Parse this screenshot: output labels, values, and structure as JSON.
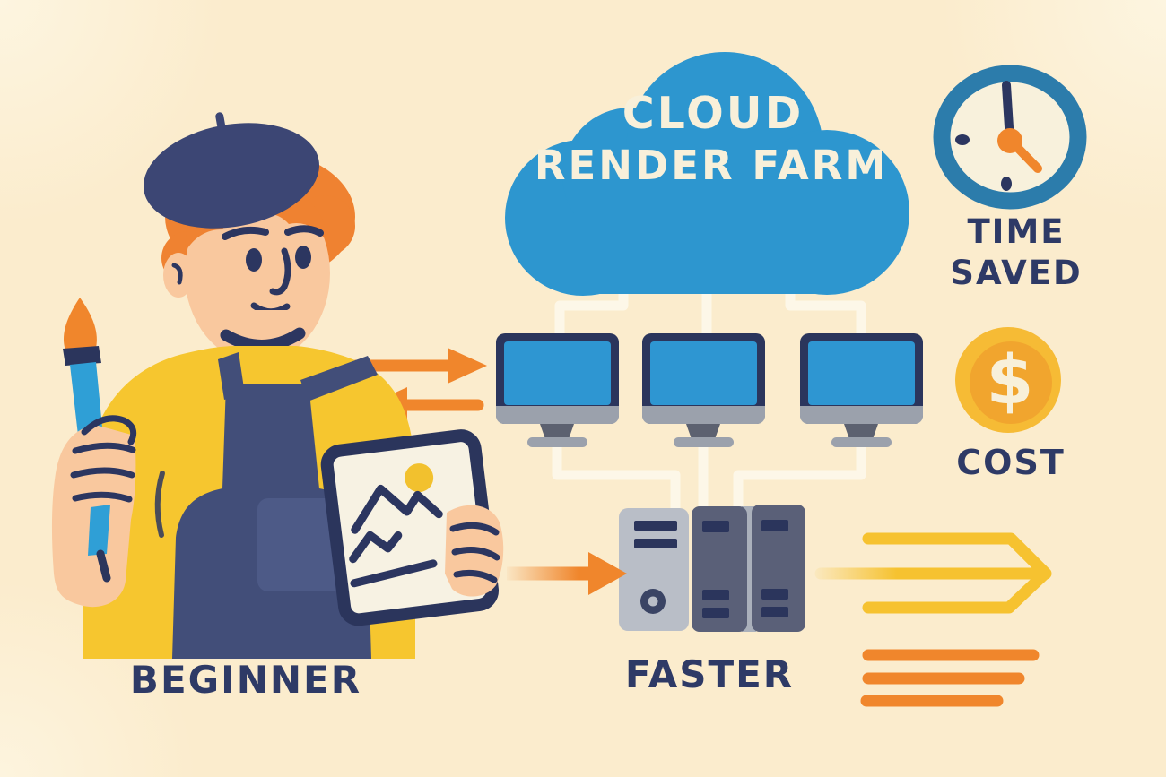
{
  "page": {
    "title": "Cloud render farm infographic",
    "background_color": "#fbeccd"
  },
  "cloud": {
    "line1": "CLOUD",
    "line2": "RENDER FARM",
    "fill_color": "#2d96cf",
    "text_color": "#f8f0da"
  },
  "stats": {
    "time": {
      "line1": "TIME",
      "line2": "SAVED",
      "icon": "clock-icon"
    },
    "cost": {
      "label": "COST",
      "symbol": "$",
      "icon": "dollar-coin-icon"
    }
  },
  "labels": {
    "beginner": "BEGINNER",
    "faster": "FASTER"
  },
  "scene": {
    "monitors_count": 3,
    "server_towers_count": 3,
    "icons": [
      "cloud-shape",
      "clock-icon",
      "dollar-coin-icon",
      "monitor-icon",
      "server-rack-icon",
      "paintbrush-icon",
      "tablet-icon",
      "arrow-right-icon",
      "arrow-left-icon",
      "arrow-into-server-icon",
      "fast-arrow-icon",
      "speed-lines"
    ]
  },
  "colors": {
    "navy_text": "#2e3a66",
    "feature_line": "#2c3660",
    "cloud_blue": "#2d96cf",
    "monitor_screen_blue": "#2e96d2",
    "frame_navy": "#2b355c",
    "orange": "#f0862c",
    "arrow_yellow": "#f6c230",
    "shirt_yellow": "#f6c62f",
    "coin_outer": "#f6bb35",
    "coin_inner": "#f1a52e",
    "skin": "#f9c89e",
    "hair_orange": "#ef8231",
    "beret_navy": "#3c4674",
    "apron_navy": "#424e79",
    "server_light_gray": "#b9bec7",
    "server_slate": "#5a6078",
    "connector_cream": "#fdf7e8",
    "clock_ring_blue": "#2c7cab",
    "brush_handle_blue": "#2f9fd6"
  }
}
